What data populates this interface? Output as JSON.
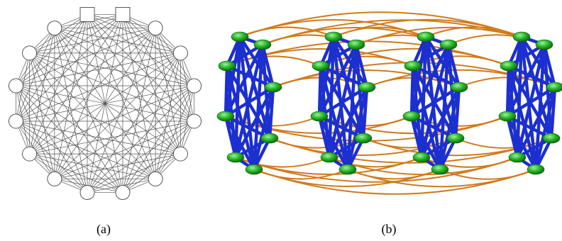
{
  "panels": {
    "a": {
      "caption": "(a)",
      "graph": {
        "node_count": 16,
        "square_nodes": [
          15,
          0
        ],
        "edge_color": "#555555",
        "node_fill": "#ffffff",
        "node_stroke": "#555555"
      }
    },
    "b": {
      "caption": "(b)",
      "graph": {
        "clusters": 4,
        "nodes_per_cluster": 8,
        "intra_edge_color": "#1c2fcf",
        "inter_edge_color": "#d07a1c",
        "node_color": "#27b227"
      }
    }
  }
}
